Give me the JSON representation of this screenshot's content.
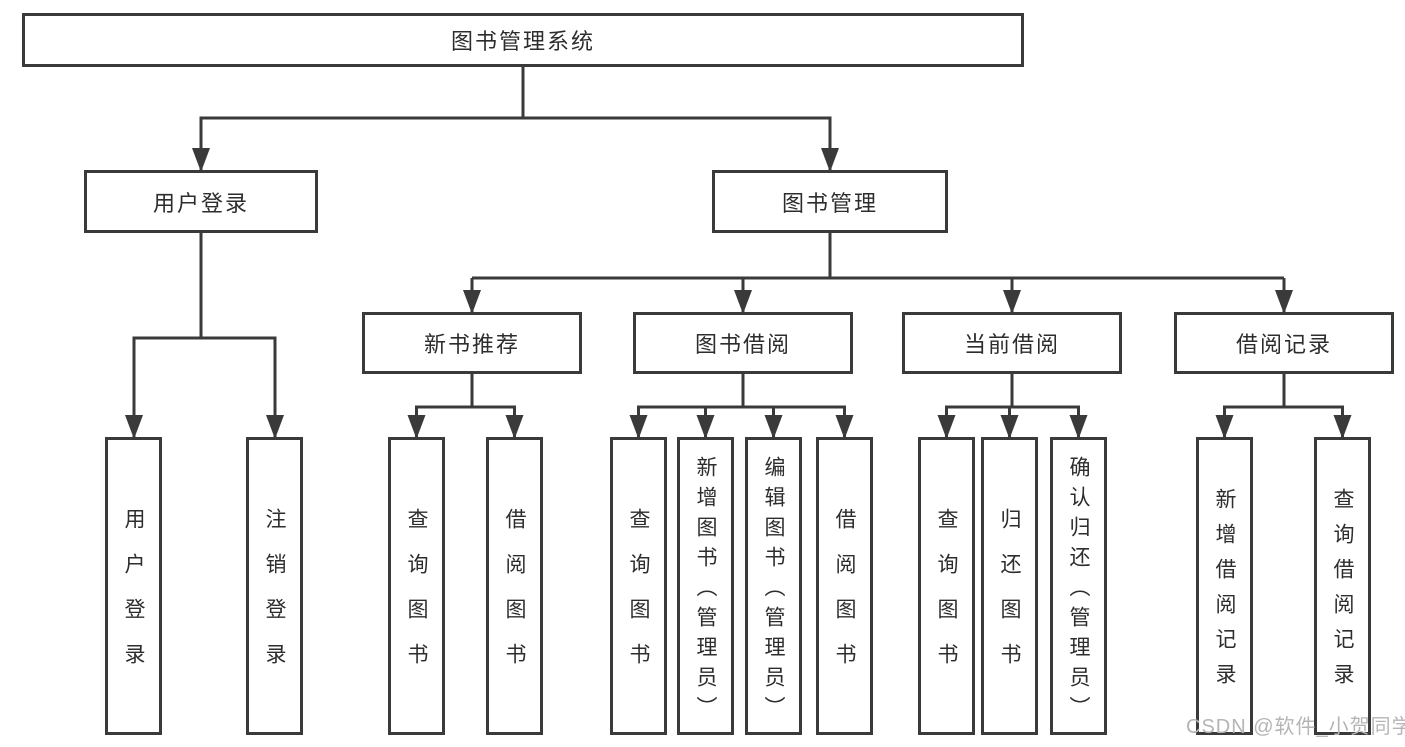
{
  "diagram": {
    "type": "hierarchy-tree",
    "root": {
      "label": "图书管理系统"
    },
    "branches": [
      {
        "label": "用户登录",
        "children": [
          {
            "label": "用户登录"
          },
          {
            "label": "注销登录"
          }
        ]
      },
      {
        "label": "图书管理",
        "children": [
          {
            "label": "新书推荐",
            "children": [
              {
                "label": "查询图书"
              },
              {
                "label": "借阅图书"
              }
            ]
          },
          {
            "label": "图书借阅",
            "children": [
              {
                "label": "查询图书"
              },
              {
                "label": "新增图书（管理员）"
              },
              {
                "label": "编辑图书（管理员）"
              },
              {
                "label": "借阅图书"
              }
            ]
          },
          {
            "label": "当前借阅",
            "children": [
              {
                "label": "查询图书"
              },
              {
                "label": "归还图书"
              },
              {
                "label": "确认归还（管理员）"
              }
            ]
          },
          {
            "label": "借阅记录",
            "children": [
              {
                "label": "新增借阅记录"
              },
              {
                "label": "查询借阅记录"
              }
            ]
          }
        ]
      }
    ]
  },
  "watermark": "CSDN @软件_小贺同学",
  "colors": {
    "line": "#3a3a3a",
    "border": "#3a3a3a",
    "text": "#2d2d2d",
    "background": "#ffffff",
    "watermark": "#b5b5b5"
  }
}
